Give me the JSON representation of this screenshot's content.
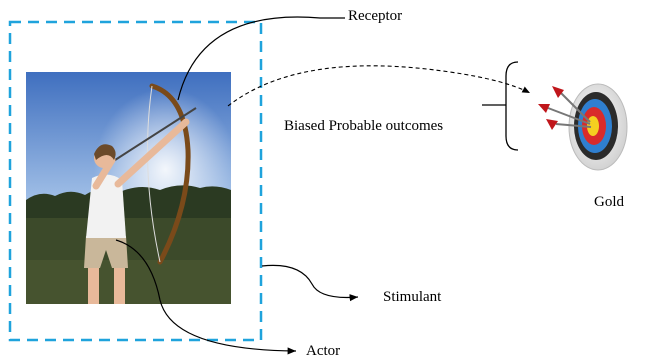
{
  "labels": {
    "receptor": "Receptor",
    "biased_outcomes": "Biased Probable outcomes",
    "gold": "Gold",
    "stimulant": "Stimulant",
    "actor": "Actor"
  },
  "colors": {
    "frame_dash": "#1fa3dc",
    "connector": "#000000",
    "sky_top": "#3f6fbf",
    "sky_bottom": "#cfe2f6",
    "grass": "#3c4a2a"
  },
  "icons": {
    "photo": "archer-woman-photo",
    "target": "archery-target-with-arrows-icon"
  }
}
